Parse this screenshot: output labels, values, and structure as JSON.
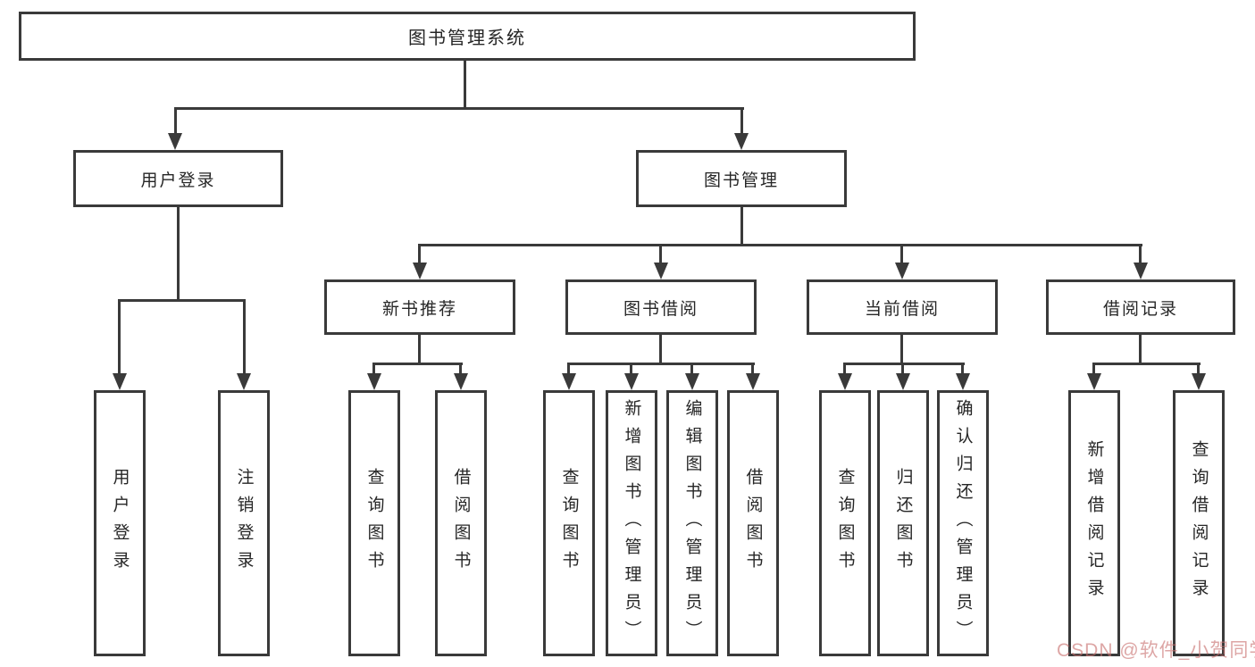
{
  "diagram": {
    "root": "图书管理系统",
    "level2": [
      "用户登录",
      "图书管理"
    ],
    "level3": [
      "新书推荐",
      "图书借阅",
      "当前借阅",
      "借阅记录"
    ],
    "leaves": {
      "user_login": [
        "用户登录",
        "注销登录"
      ],
      "new_books": [
        "查询图书",
        "借阅图书"
      ],
      "book_borrow": [
        "查询图书",
        "新增图书（管理员）",
        "编辑图书（管理员）",
        "借阅图书"
      ],
      "current_borrow": [
        "查询图书",
        "归还图书",
        "确认归还（管理员）"
      ],
      "borrow_records": [
        "新增借阅记录",
        "查询借阅记录"
      ]
    }
  },
  "watermark": "CSDN @软件_小贺同学",
  "colors": {
    "line": "#3a3a3a",
    "text": "#262626",
    "watermark": "#c9706f",
    "background": "#ffffff"
  }
}
